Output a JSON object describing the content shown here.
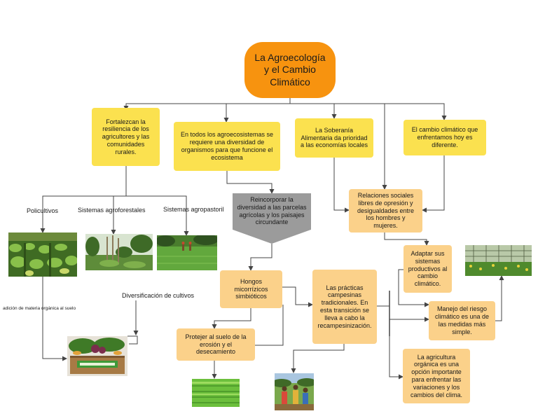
{
  "title": "La Agroecología y el Cambio Climático",
  "nodes": {
    "resiliencia": "Fortalezcan la resiliencia de los agricultores y las comunidades rurales.",
    "agroecosistemas": "En todos los agroecosistemas se requiere una diversidad de organismos para que  funcione el ecosistema",
    "soberania": "La Soberanía Alimentaria da prioridad a las economías locales",
    "cambio_climatico": "El cambio climático que enfrentamos hoy es diferente.",
    "reincorporar": "Reincorporar la diversidad a las parcelas agrícolas y los paisajes circundante",
    "relaciones": "Relaciones sociales libres  de opresión y desigualdades entre los hombres y mujeres.",
    "adaptar": "Adaptar sus sistemas productivos al cambio climático.",
    "hongos": "Hongos micorrízicos simbióticos",
    "practicas": "Las prácticas campesinas tradicionales. En esta transición se lleva a cabo la recampesinización.",
    "manejo": "Manejo del riesgo climático es una de las medidas más simple.",
    "proteger": "Protejer al suelo de la erosión y el desecamiento",
    "organica": "La agricultura orgánica es una opción importante para enfrentar las variaciones y los cambios del  clima."
  },
  "labels": {
    "policultivos": "Policultivos",
    "agroforestales": "Sistemas agroforestales",
    "agropastoril": "Sistemas agropastoril",
    "diversificacion": "Diversificación de cultivos",
    "materia_organica": "adición de materia orgánica al suelo"
  },
  "photos": {
    "policultivos": "lettuce-field-photo",
    "agroforestal": "agroforestry-photo",
    "agropastoril": "pasture-photo",
    "cajon": "vegetable-crate-photo",
    "invernadero": "greenhouse-photo",
    "brotes": "seedling-field-photo",
    "campesinos": "farmers-photo"
  },
  "colors": {
    "title": "#f7930f",
    "yellow": "#fbe14f",
    "peach": "#fbd18a",
    "gray": "#9b9b9b",
    "connector": "#444444"
  }
}
